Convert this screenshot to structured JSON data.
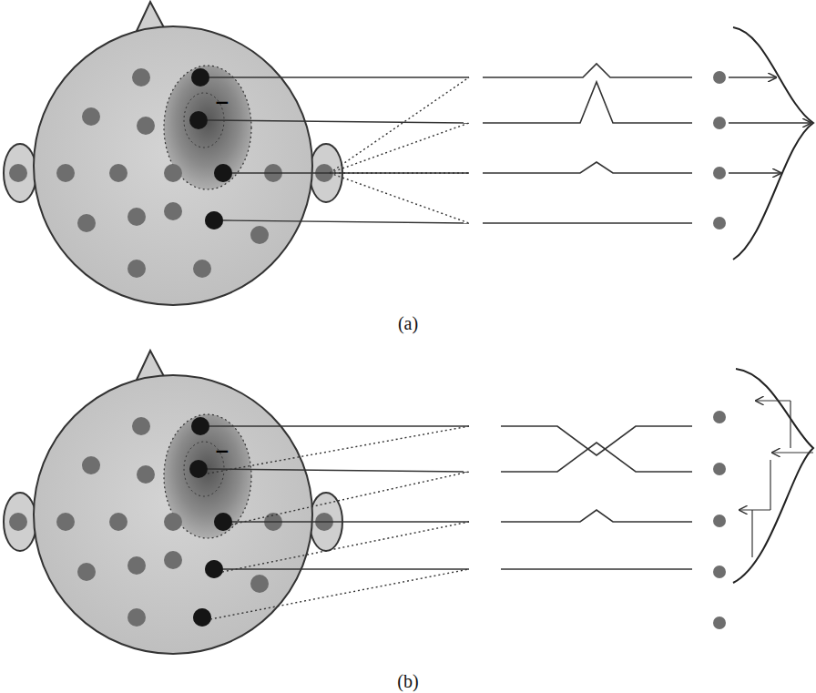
{
  "diagram": {
    "labels": [
      "−",
      "(a)",
      "−",
      "(b)"
    ]
  }
}
